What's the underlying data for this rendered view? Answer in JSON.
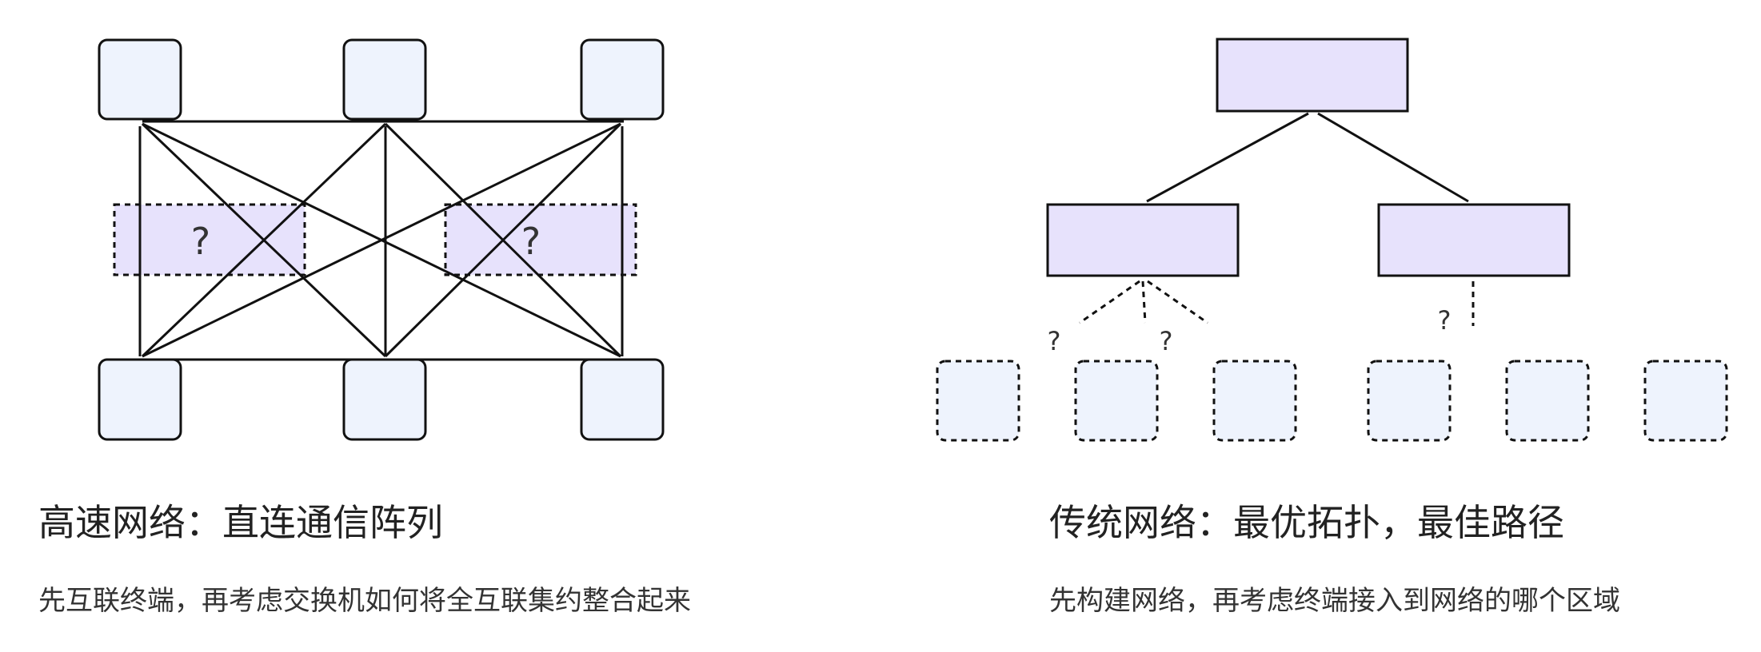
{
  "colors": {
    "node_fill": "#eef3fd",
    "switch_fill": "#e7e2fc",
    "stroke": "#111111",
    "text": "#222222"
  },
  "left_diagram": {
    "unknown_switch_labels": [
      "?",
      "?"
    ],
    "title": "高速网络：直连通信阵列",
    "subtitle": "先互联终端，再考虑交换机如何将全互联集约整合起来"
  },
  "right_diagram": {
    "uncertain_link_labels": [
      "?",
      "?",
      "?"
    ],
    "title": "传统网络：最优拓扑，最佳路径",
    "subtitle": "先构建网络，再考虑终端接入到网络的哪个区域"
  }
}
